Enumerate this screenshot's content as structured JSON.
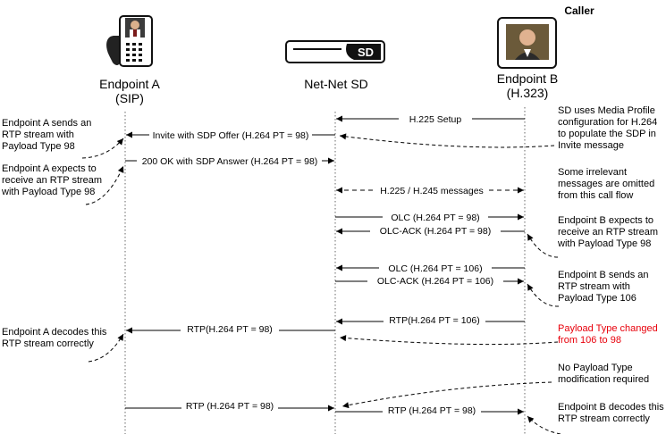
{
  "caller_label": "Caller",
  "lanes": {
    "a": {
      "name": "Endpoint A",
      "sub": "(SIP)"
    },
    "sd": {
      "name": "Net-Net SD",
      "box_text": "SD"
    },
    "b": {
      "name": "Endpoint B",
      "sub": "(H.323)"
    }
  },
  "messages": {
    "m1": "H.225 Setup",
    "m2": "Invite with SDP Offer (H.264 PT = 98)",
    "m3": "200 OK with SDP Answer (H.264 PT = 98)",
    "m4": "H.225 / H.245 messages",
    "m5": "OLC (H.264 PT = 98)",
    "m6": "OLC-ACK (H.264 PT = 98)",
    "m7": "OLC (H.264 PT = 106)",
    "m8": "OLC-ACK (H.264 PT = 106)",
    "m9": "RTP(H.264 PT = 106)",
    "m10": "RTP(H.264 PT = 98)",
    "m11": "RTP (H.264 PT = 98)",
    "m12": "RTP (H.264 PT = 98)"
  },
  "notes": {
    "a_sends": [
      "Endpoint A sends an",
      "RTP stream with",
      "Payload Type 98"
    ],
    "a_expects": [
      "Endpoint A expects to",
      "receive an RTP stream",
      "with Payload Type 98"
    ],
    "a_decodes": [
      "Endpoint A decodes this",
      "RTP stream correctly"
    ],
    "sd_profile": [
      "SD uses Media Profile",
      "configuration for H.264",
      "to populate the SDP in",
      "Invite message"
    ],
    "irrelevant": [
      "Some irrelevant",
      "messages are omitted",
      "from this call flow"
    ],
    "b_expects": [
      "Endpoint B expects to",
      "receive an RTP stream",
      "with Payload Type 98"
    ],
    "b_sends": [
      "Endpoint B sends an",
      "RTP stream with",
      "Payload Type 106"
    ],
    "pt_changed": [
      "Payload Type changed",
      "from 106 to 98"
    ],
    "no_mod": [
      "No Payload Type",
      "modification required"
    ],
    "b_decodes": [
      "Endpoint B decodes this",
      "RTP stream correctly"
    ]
  },
  "colors": {
    "highlight": "#e8000b",
    "lifeline": "#808080"
  }
}
